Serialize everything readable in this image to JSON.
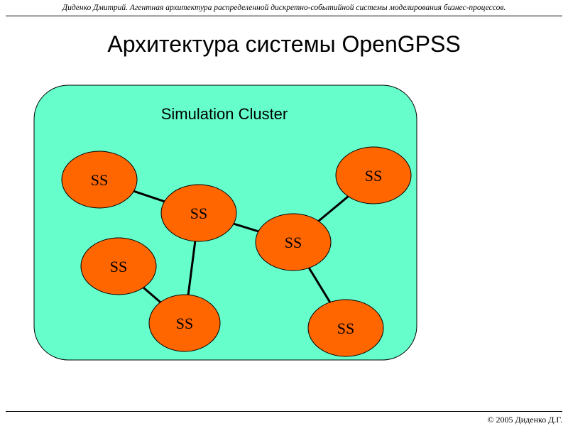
{
  "header": {
    "text": "Диденко Дмитрий. Агентная архитектура распределенной дискретно-событийной системы моделирования бизнес-процессов."
  },
  "title": "Архитектура системы OpenGPSS",
  "diagram": {
    "cluster_label": "Simulation Cluster",
    "cluster_color": "#66ffcc",
    "node_color": "#ff6600",
    "nodes": [
      {
        "id": "n1",
        "label": "SS"
      },
      {
        "id": "n2",
        "label": "SS"
      },
      {
        "id": "n3",
        "label": "SS"
      },
      {
        "id": "n4",
        "label": "SS"
      },
      {
        "id": "n5",
        "label": "SS"
      },
      {
        "id": "n6",
        "label": "SS"
      },
      {
        "id": "n7",
        "label": "SS"
      }
    ],
    "edges": [
      {
        "from": "n1",
        "to": "n2"
      },
      {
        "from": "n2",
        "to": "n3"
      },
      {
        "from": "n2",
        "to": "n5"
      },
      {
        "from": "n4",
        "to": "n5"
      },
      {
        "from": "n3",
        "to": "n6"
      },
      {
        "from": "n3",
        "to": "n7"
      }
    ]
  },
  "footer": {
    "text": "© 2005 Диденко Д.Г."
  }
}
